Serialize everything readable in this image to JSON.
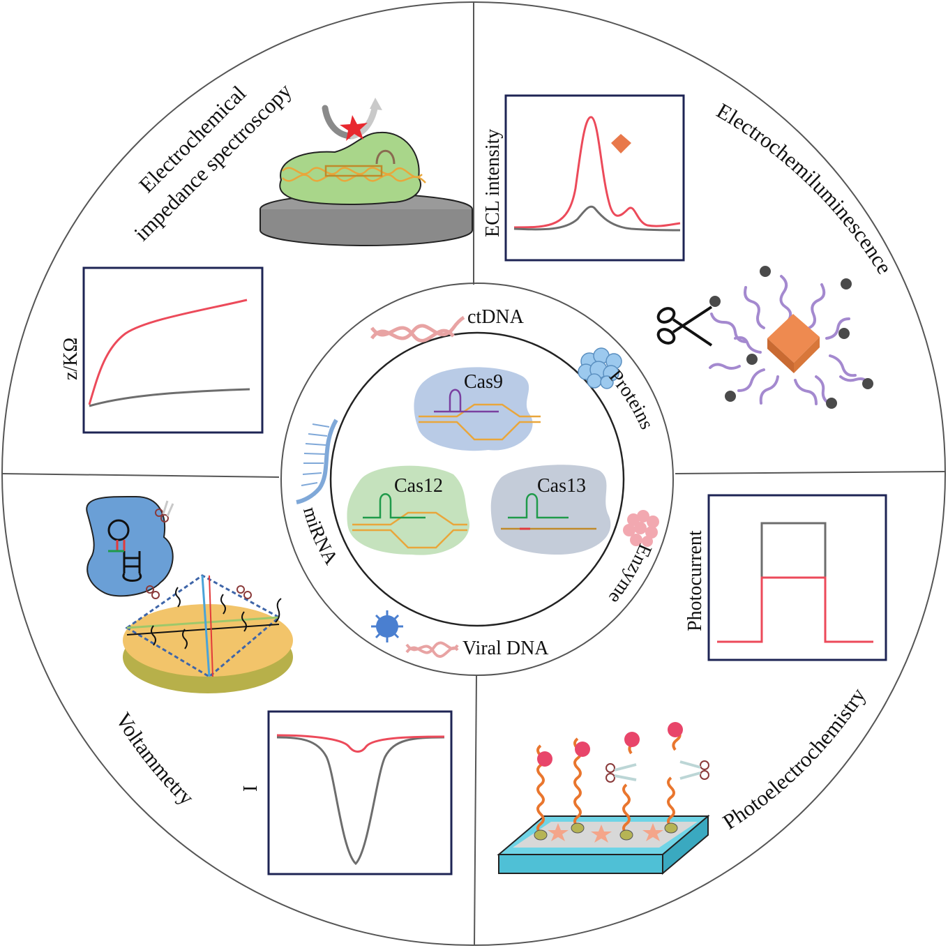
{
  "outer_labels": {
    "eis_line1": "Electrochemical",
    "eis_line2": "impedance spectroscopy",
    "ecl": "Electrochemiluminescence",
    "voltammetry": "Voltammetry",
    "photoelectrochemistry": "Photoelectrochemistry"
  },
  "axis_labels": {
    "ecl_intensity": "ECL intensity",
    "impedance": "z/KΩ",
    "photocurrent": "Photocurrent",
    "current": "I"
  },
  "targets": {
    "ctdna": "ctDNA",
    "proteins": "Proteins",
    "enzyme": "Enzyme",
    "viral_dna": "Viral DNA",
    "mirna": "miRNA"
  },
  "cas": {
    "cas9": "Cas9",
    "cas12": "Cas12",
    "cas13": "Cas13"
  },
  "colors": {
    "signal_red": "#ec4a5a",
    "baseline_gray": "#6d6d6d",
    "frame_navy": "#1e2454",
    "cas9_blob": "#b9cbe6",
    "cas12_blob": "#c5e2bd",
    "cas13_blob": "#c4ccd9",
    "guide_purple": "#7a3fa0",
    "guide_green": "#1f9a4a",
    "dna_orange": "#e9a63b"
  }
}
